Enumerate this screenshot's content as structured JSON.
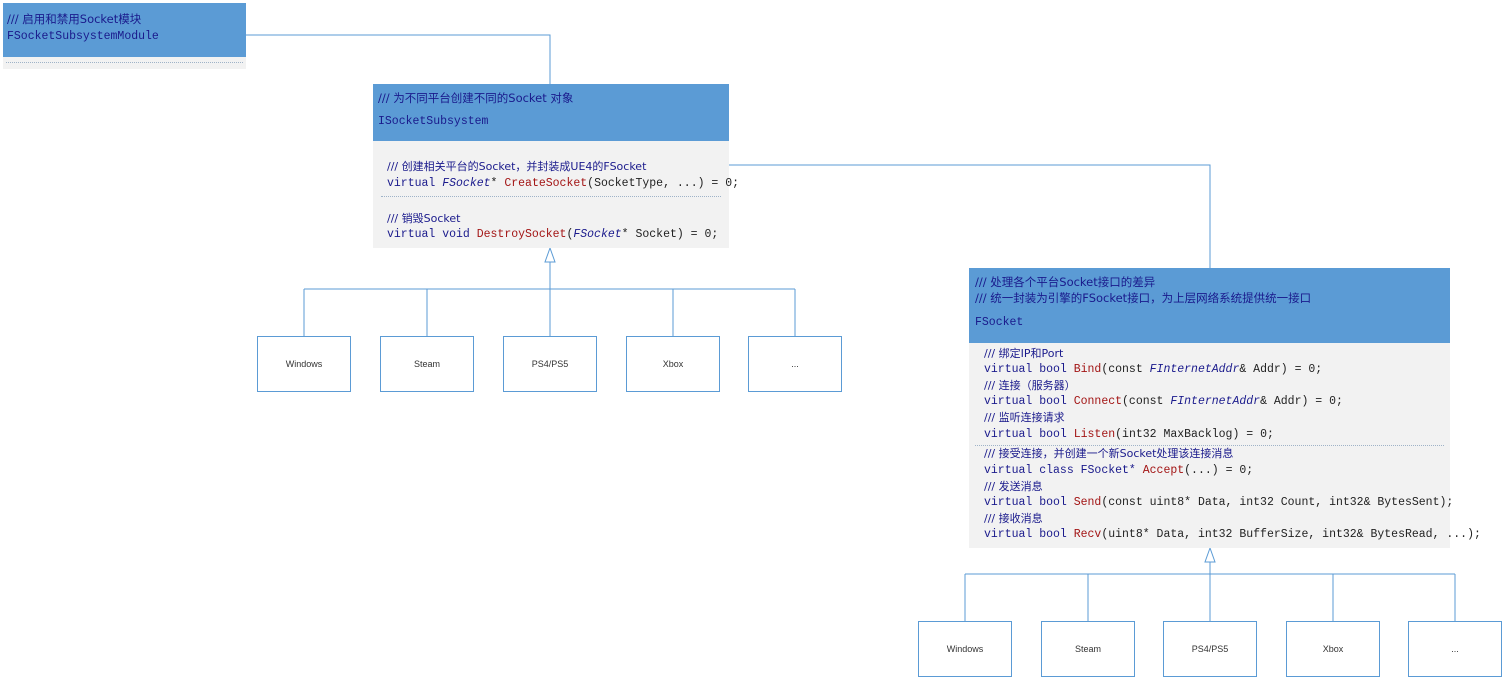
{
  "colors": {
    "header": "#5b9bd5",
    "body": "#f2f2f2",
    "connector": "#5b9bd5",
    "comment": "#1a1a8c",
    "function": "#a31515"
  },
  "module": {
    "comment": "/// 启用和禁用Socket模块",
    "name": "FSocketSubsystemModule"
  },
  "subsystem": {
    "comment": "/// 为不同平台创建不同的Socket 对象",
    "name": "ISocketSubsystem",
    "members": [
      {
        "comment": "/// 创建相关平台的Socket，并封装成UE4的FSocket",
        "prefix": "virtual ",
        "type": "FSocket",
        "mid": "* ",
        "func": "CreateSocket",
        "suffix": "(SocketType, ...) = 0;"
      },
      {
        "comment": "/// 销毁Socket",
        "prefix": "virtual void ",
        "func": "DestroySocket",
        "open": "(",
        "type": "FSocket",
        "suffix": "* Socket) = 0;"
      }
    ],
    "platforms": [
      "Windows",
      "Steam",
      "PS4/PS5",
      "Xbox",
      "..."
    ]
  },
  "socket": {
    "comment1": "/// 处理各个平台Socket接口的差异",
    "comment2": "/// 统一封装为引擎的FSocket接口，为上层网络系统提供统一接口",
    "name": "FSocket",
    "members": [
      {
        "comment": "/// 绑定IP和Port",
        "prefix": "virtual bool ",
        "func": "Bind",
        "open": "(const ",
        "type": "FInternetAddr",
        "suffix": "& Addr) = 0;"
      },
      {
        "comment": "/// 连接（服务器）",
        "prefix": "virtual bool ",
        "func": "Connect",
        "open": "(const ",
        "type": "FInternetAddr",
        "suffix": "& Addr) = 0;"
      },
      {
        "comment": "/// 监听连接请求",
        "prefix": "virtual bool ",
        "func": "Listen",
        "suffix": "(int32 MaxBacklog) = 0;"
      },
      {
        "comment": "/// 接受连接，并创建一个新Socket处理该连接消息",
        "prefix": "virtual class FSocket* ",
        "func": "Accept",
        "suffix": "(...) = 0;"
      },
      {
        "comment": "/// 发送消息",
        "prefix": "virtual bool ",
        "func": "Send",
        "suffix": "(const uint8* Data, int32 Count, int32& BytesSent);"
      },
      {
        "comment": "/// 接收消息",
        "prefix": "virtual bool ",
        "func": "Recv",
        "suffix": "(uint8* Data, int32 BufferSize, int32& BytesRead, ...);"
      }
    ],
    "platforms": [
      "Windows",
      "Steam",
      "PS4/PS5",
      "Xbox",
      "..."
    ]
  }
}
